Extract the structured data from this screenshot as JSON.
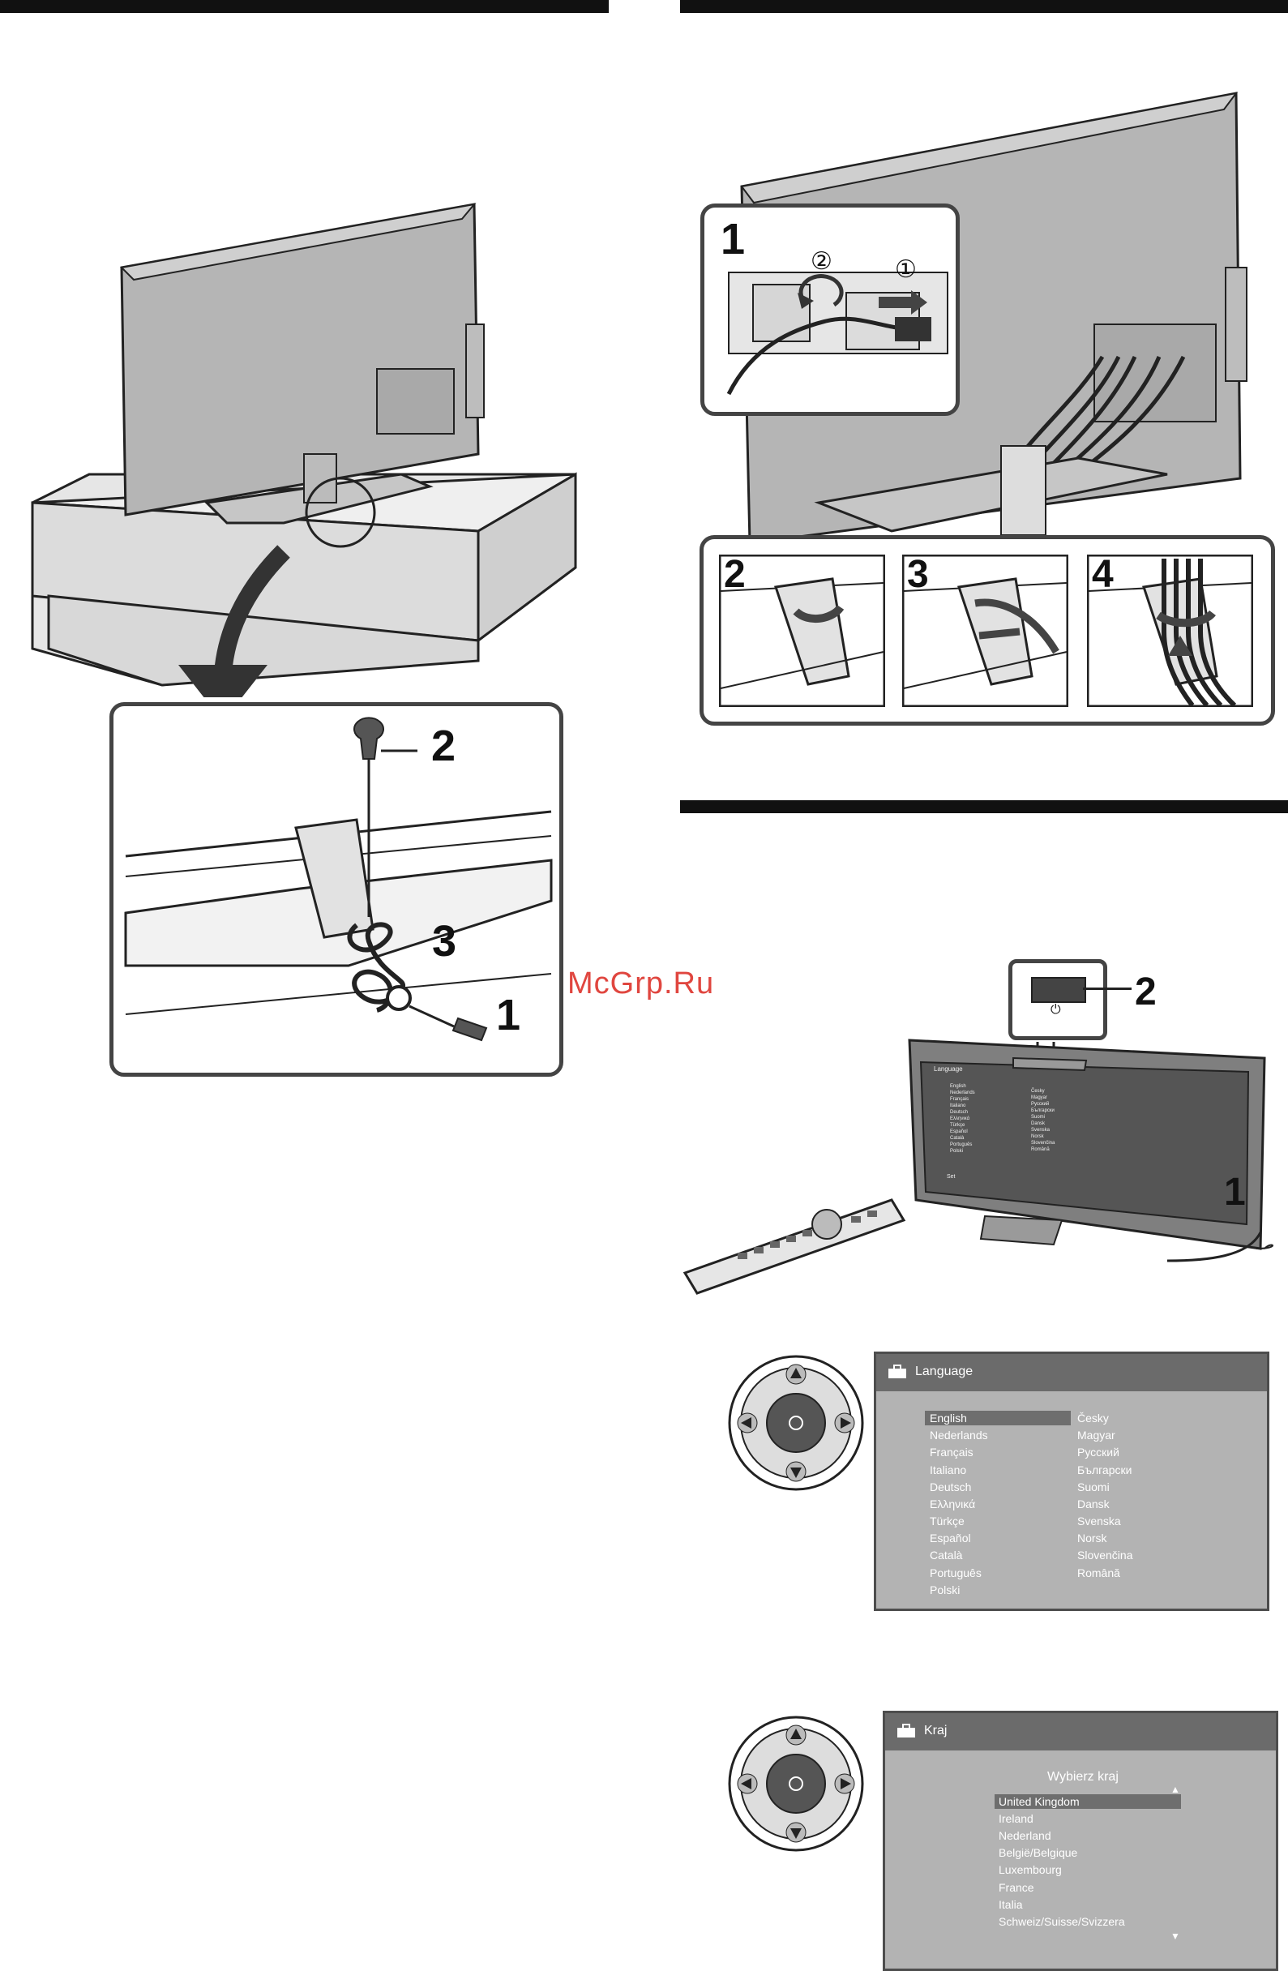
{
  "watermark": "McGrp.Ru",
  "left_figure": {
    "callouts": [
      "2",
      "3",
      "1"
    ]
  },
  "cable_figure": {
    "callouts": [
      "1",
      "2",
      "3",
      "4"
    ],
    "sub_callouts": [
      "②",
      "①"
    ]
  },
  "power_figure": {
    "callouts": [
      "2",
      "1"
    ],
    "mini_screen": {
      "title": "Language",
      "col1": [
        "English",
        "Nederlands",
        "Français",
        "Italiano",
        "Deutsch",
        "Ελληνικά",
        "Türkçe",
        "Español",
        "Català",
        "Português",
        "Polski"
      ],
      "col2": [
        "Česky",
        "Magyar",
        "Русский",
        "Български",
        "Suomi",
        "Dansk",
        "Svenska",
        "Norsk",
        "Slovenčina",
        "Română"
      ],
      "footer": "Set"
    }
  },
  "language_menu": {
    "title": "Language",
    "selected": "English",
    "col1": [
      "English",
      "Nederlands",
      "Français",
      "Italiano",
      "Deutsch",
      "Ελληνικά",
      "Türkçe",
      "Español",
      "Català",
      "Português",
      "Polski"
    ],
    "col2": [
      "Česky",
      "Magyar",
      "Русский",
      "Български",
      "Suomi",
      "Dansk",
      "Svenska",
      "Norsk",
      "Slovenčina",
      "Română"
    ]
  },
  "country_menu": {
    "title": "Kraj",
    "subtitle": "Wybierz kraj",
    "selected": "United Kingdom",
    "items": [
      "United Kingdom",
      "Ireland",
      "Nederland",
      "België/Belgique",
      "Luxembourg",
      "France",
      "Italia",
      "Schweiz/Suisse/Svizzera"
    ],
    "scroll_up": "▲",
    "scroll_down": "▼"
  },
  "colors": {
    "bar": "#111111",
    "frame": "#444444",
    "osd_bg": "#b3b3b3",
    "osd_head": "#6b6b6b",
    "watermark": "#e0463f"
  }
}
